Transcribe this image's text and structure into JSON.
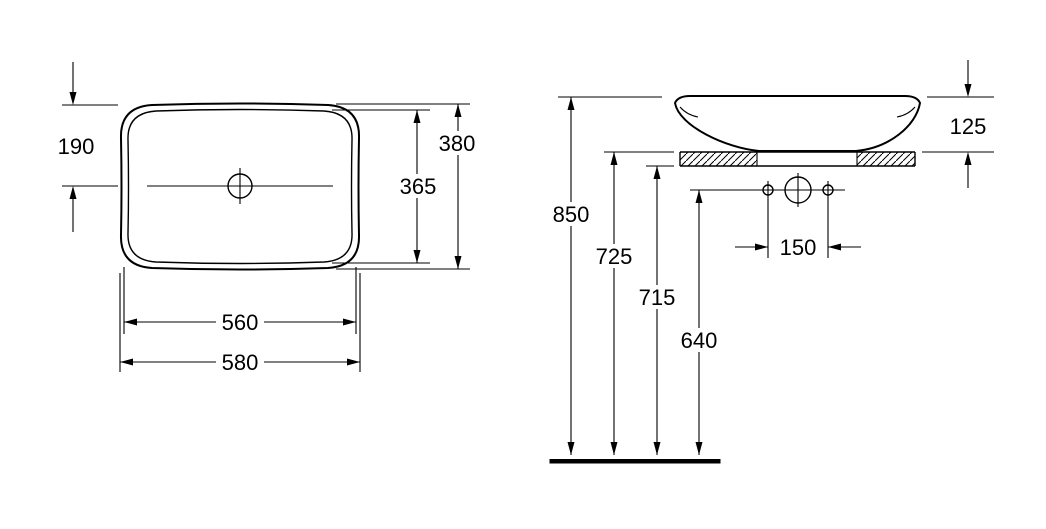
{
  "colors": {
    "line": "#000000",
    "background": "#ffffff"
  },
  "top_view": {
    "dim_190": "190",
    "dim_380": "380",
    "dim_365": "365",
    "dim_560": "560",
    "dim_580": "580"
  },
  "front_view": {
    "dim_850": "850",
    "dim_725": "725",
    "dim_715": "715",
    "dim_640": "640",
    "dim_150": "150",
    "dim_125": "125"
  }
}
